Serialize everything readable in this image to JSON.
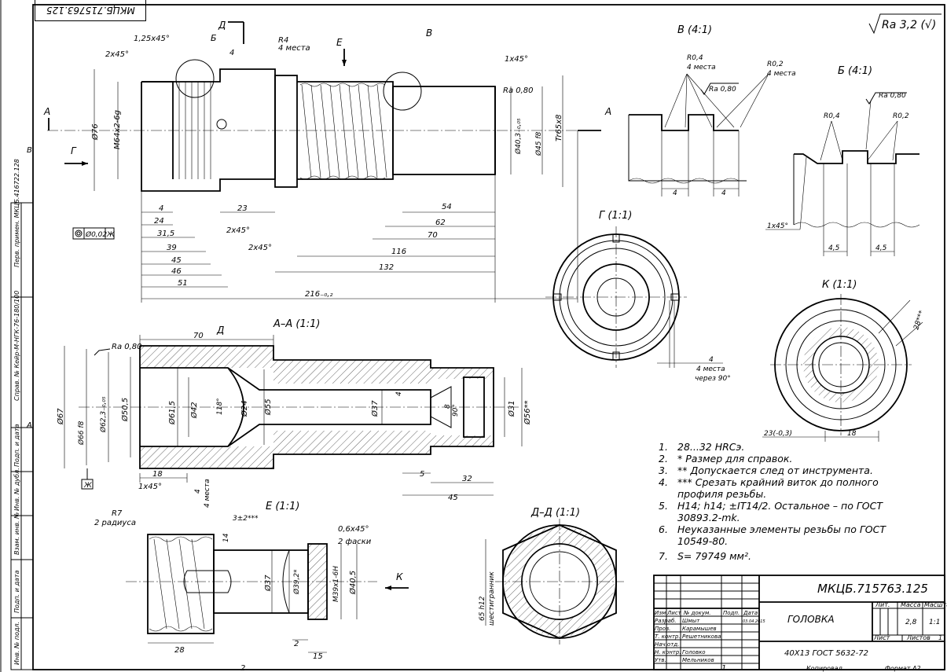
{
  "drawing": {
    "doc_number": "МКЦБ.715763.125",
    "doc_number_rotated": "МКЦБ.715763.125",
    "title": "ГОЛОВКА",
    "material": "40Х13 ГОСТ 5632-72",
    "mass": "2,8",
    "scale": "1:1",
    "sheet_label": "Лист",
    "sheets_label": "Листов",
    "sheets_value": "1",
    "lit_label": "Лит.",
    "mass_label": "Масса",
    "scale_label": "Масштаб",
    "copied": "Копировал",
    "format": "Формат А2",
    "roughness": "Ra 3,2 (√)"
  },
  "title_block_rows": [
    {
      "role": "Изм.",
      "name": "Лист",
      "sign": "№ докум.",
      "date": "Подп.",
      "extra": "Дата"
    },
    {
      "role": "Разраб.",
      "name": "Шмыт",
      "sign": "",
      "date": "03.04.2015"
    },
    {
      "role": "Пров.",
      "name": "Карамышев",
      "sign": "",
      "date": ""
    },
    {
      "role": "Т. контр.",
      "name": "Решетникова",
      "sign": "",
      "date": ""
    },
    {
      "role": "Нач.отд.",
      "name": "",
      "sign": "",
      "date": ""
    },
    {
      "role": "Н. контр.",
      "name": "Головко",
      "sign": "",
      "date": ""
    },
    {
      "role": "Утв.",
      "name": "Мельников",
      "sign": "",
      "date": ""
    }
  ],
  "left_strip": [
    "Перв. примен.  МКЦБ.416722.128",
    "Справ. №  Кейр-М-НГК-76-180/100",
    "Подп. и дата",
    "Инв. № дубл.",
    "Взам. инв. №",
    "Подп. и дата",
    "Инв. № подл."
  ],
  "zones": {
    "b": "В",
    "a": "А",
    "two": "2",
    "one": "1"
  },
  "notes": [
    {
      "num": "1.",
      "text": "28...32 HRCэ."
    },
    {
      "num": "2.",
      "text": "* Размер для справок."
    },
    {
      "num": "3.",
      "text": "** Допускается след от инструмента."
    },
    {
      "num": "4.",
      "text": "*** Срезать крайний виток до полного профиля резьбы."
    },
    {
      "num": "5.",
      "text": "H14; h14; ±IT14/2. Остальное – по ГОСТ 30893.2-mk."
    },
    {
      "num": "6.",
      "text": "Неуказанные элементы резьбы по ГОСТ 10549-80."
    },
    {
      "num": "7.",
      "text": "S= 79749 мм²."
    }
  ],
  "views": {
    "main_dims": [
      "1,25x45°",
      "2x45°",
      "Б",
      "Д",
      "4",
      "R4",
      "4 места",
      "Е",
      "В",
      "1x45°",
      "Ra 0,80",
      "Ø76",
      "M64x2-6g",
      "Ø40,3₋₀,₀₅",
      "Ø45 f8",
      "Tr65x8",
      "А",
      "Г",
      "4",
      "23",
      "24",
      "31,5",
      "2x45°",
      "39",
      "45",
      "46",
      "51",
      "2x45°",
      "54",
      "62",
      "70",
      "116",
      "132",
      "216₋₀,₂",
      "Ø0,02",
      "Ж"
    ],
    "section_aa": {
      "title": "А–А (1:1)",
      "dims": [
        "Ra 0,80",
        "70",
        "Д",
        "Ø67",
        "Ø66 f8",
        "Ø62,3₋₀,₀₅",
        "Ø50,5",
        "Ø61,5",
        "Ø42",
        "118°",
        "Ø24",
        "Ø55",
        "Ø37",
        "4",
        "8",
        "90°",
        "Ø31",
        "Ø56**",
        "18",
        "1x45°",
        "4",
        "4 места",
        "5",
        "32",
        "45",
        "Ж"
      ]
    },
    "detail_e": {
      "title": "Е (1:1)",
      "dims": [
        "R7",
        "2 радиуса",
        "3±2***",
        "14",
        "0,6x45°",
        "2 фаски",
        "Ø37",
        "Ø39,2*",
        "M39x1-6H",
        "Ø40,5",
        "К",
        "28",
        "2",
        "15"
      ]
    },
    "detail_dd": {
      "title": "Д–Д (1:1)",
      "dims": [
        "65 h12",
        "шестигранник"
      ]
    },
    "detail_v": {
      "title": "В (4:1)",
      "dims": [
        "R0,4",
        "4 места",
        "R0,2",
        "4 места",
        "Ra 0,80",
        "4",
        "4"
      ]
    },
    "detail_b": {
      "title": "Б (4:1)",
      "dims": [
        "Ra 0,80",
        "R0,4",
        "R0,2",
        "1x45°",
        "4,5",
        "4,5"
      ]
    },
    "detail_g": {
      "title": "Г (1:1)",
      "dims": [
        "4",
        "4 места",
        "через 90°"
      ]
    },
    "detail_k": {
      "title": "К (1:1)",
      "dims": [
        "28***",
        "23(-0,3)",
        "18"
      ]
    }
  }
}
